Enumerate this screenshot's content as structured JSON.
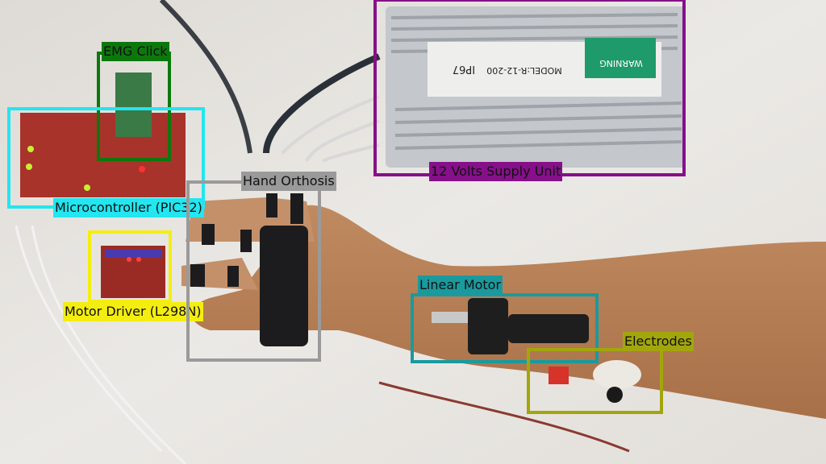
{
  "annotations": [
    {
      "id": "emg",
      "label": "EMG Click",
      "color": "#0c780c"
    },
    {
      "id": "mcu",
      "label": "Microcontroller (PIC32)",
      "color": "#22e6f0"
    },
    {
      "id": "driver",
      "label": "Motor Driver (L298N)",
      "color": "#f4ee10"
    },
    {
      "id": "orthosis",
      "label": "Hand Orthosis",
      "color": "#9a9a9a"
    },
    {
      "id": "supply",
      "label": "12 Volts Supply Unit",
      "color": "#86108a"
    },
    {
      "id": "motor",
      "label": "Linear Motor",
      "color": "#1a9a9e"
    },
    {
      "id": "electrodes",
      "label": "Electrodes",
      "color": "#a2a60c"
    }
  ],
  "supply_label": {
    "warning": "WARNING",
    "model": "MODEL:R-12-200",
    "rating": "IP67"
  }
}
